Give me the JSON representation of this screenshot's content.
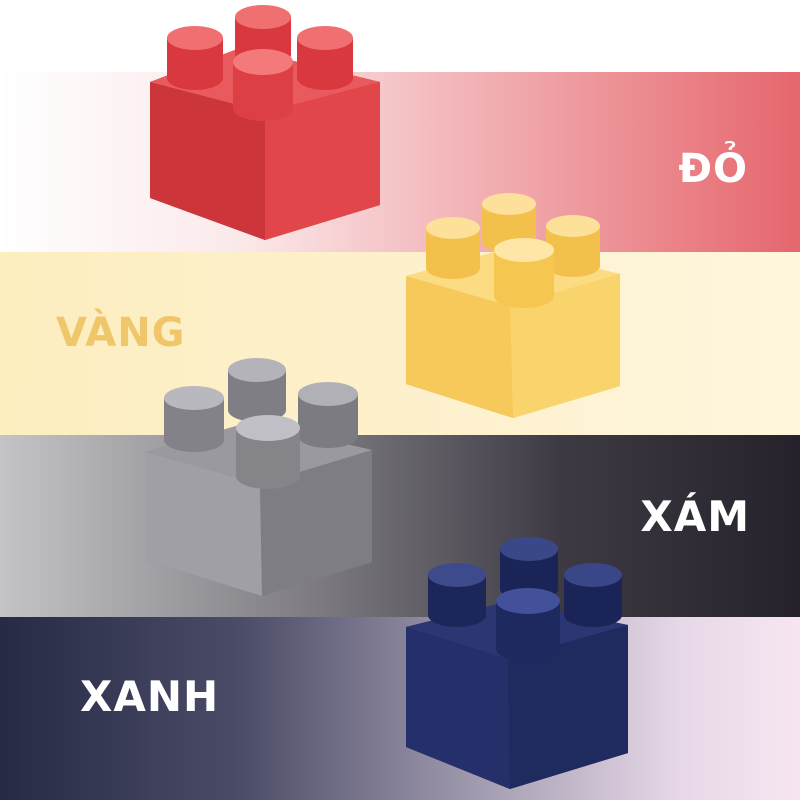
{
  "labels": {
    "red": "ĐỎ",
    "yellow": "VÀNG",
    "gray": "XÁM",
    "navy": "XANH"
  },
  "colors": {
    "red_brick": "#e0464a",
    "yellow_brick": "#f7cc5c",
    "gray_brick": "#8c8b91",
    "navy_brick": "#1f2a5e",
    "label_white": "#ffffff",
    "label_yellow": "#f0c66a"
  }
}
